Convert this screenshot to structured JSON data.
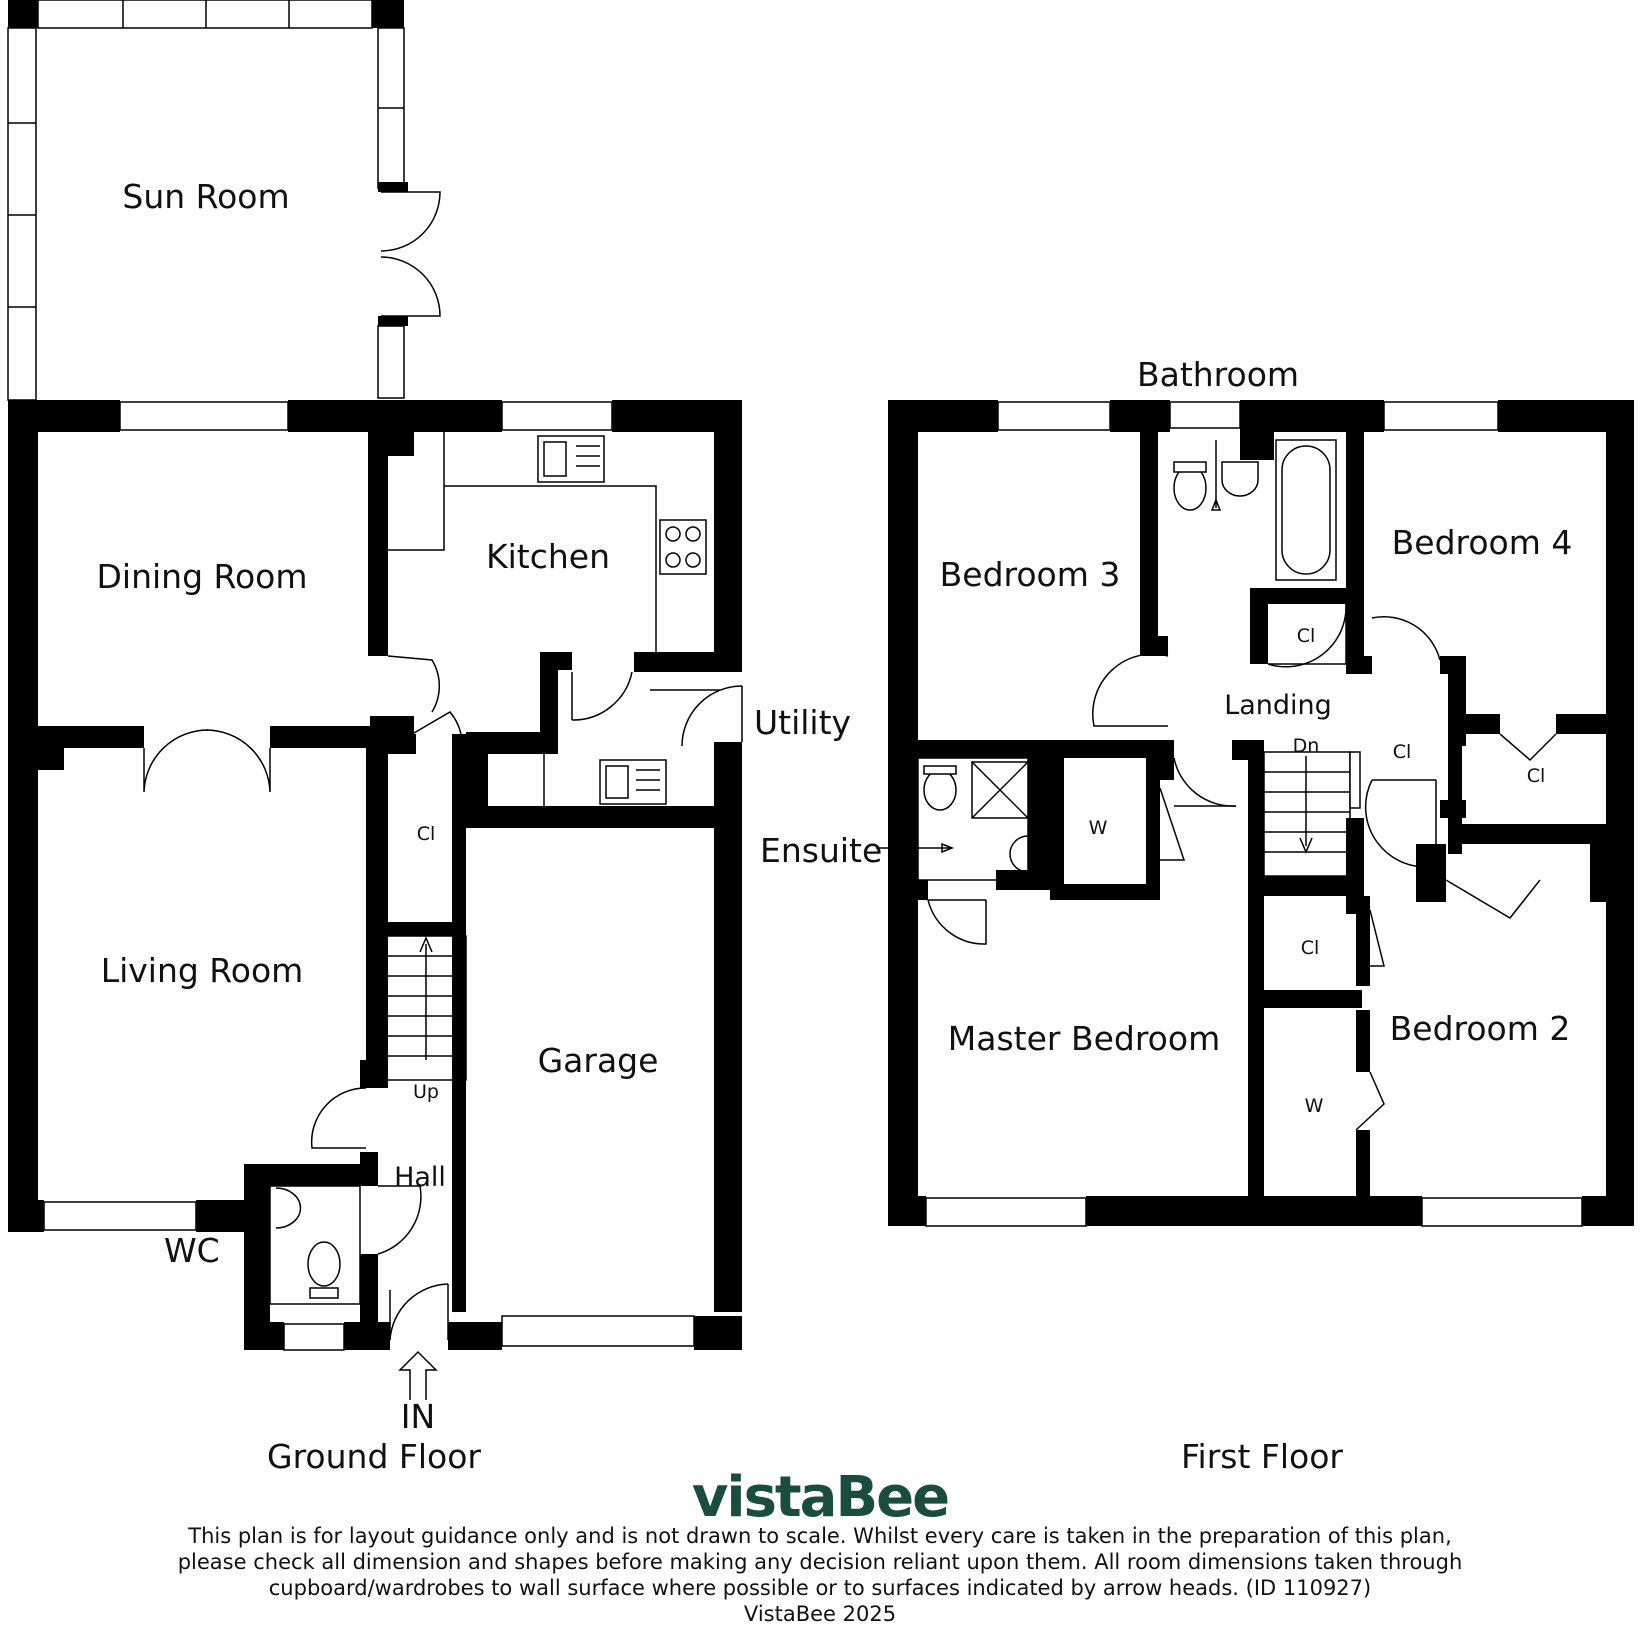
{
  "colors": {
    "wall": "#000000",
    "brand": "#1a4d3e",
    "text": "#111111"
  },
  "ground_floor": {
    "title": "Ground Floor",
    "rooms": {
      "sun_room": "Sun Room",
      "dining_room": "Dining Room",
      "kitchen": "Kitchen",
      "living_room": "Living Room",
      "utility": "Utility",
      "garage": "Garage",
      "hall": "Hall",
      "wc": "WC",
      "cupboard": "Cl",
      "stairs_up": "Up",
      "entrance": "IN"
    }
  },
  "first_floor": {
    "title": "First Floor",
    "rooms": {
      "bathroom": "Bathroom",
      "bedroom3": "Bedroom 3",
      "bedroom4": "Bedroom 4",
      "landing": "Landing",
      "ensuite": "Ensuite",
      "master_bedroom": "Master Bedroom",
      "bedroom2": "Bedroom 2",
      "stairs_down": "Dn",
      "cupboard": "Cl",
      "wardrobe": "W"
    }
  },
  "brand": "vistaBee",
  "disclaimer": [
    "This plan is for layout guidance only and is not drawn to scale. Whilst every care is taken in the preparation of this plan,",
    "please check all dimension and shapes before making any decision reliant upon them. All room dimensions taken through",
    "cupboard/wardrobes to wall surface where possible or to surfaces indicated by arrow heads. (ID 110927)",
    "VistaBee 2025"
  ]
}
